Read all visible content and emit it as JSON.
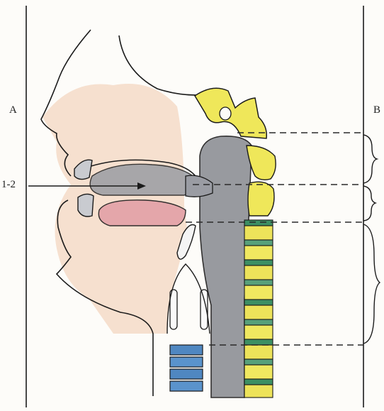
{
  "labels": {
    "side_a": "A",
    "side_b": "B",
    "arrow": "1-2"
  },
  "colors": {
    "outline": "#1b1b1b",
    "skin": "#f1d2b8",
    "airway_gray": "#8e9096",
    "tongue_pink": "#e3a0a6",
    "vertebra_yellow": "#efe75a",
    "disc_green": "#3c8f63",
    "trachea_blue": "#4f87c1"
  }
}
